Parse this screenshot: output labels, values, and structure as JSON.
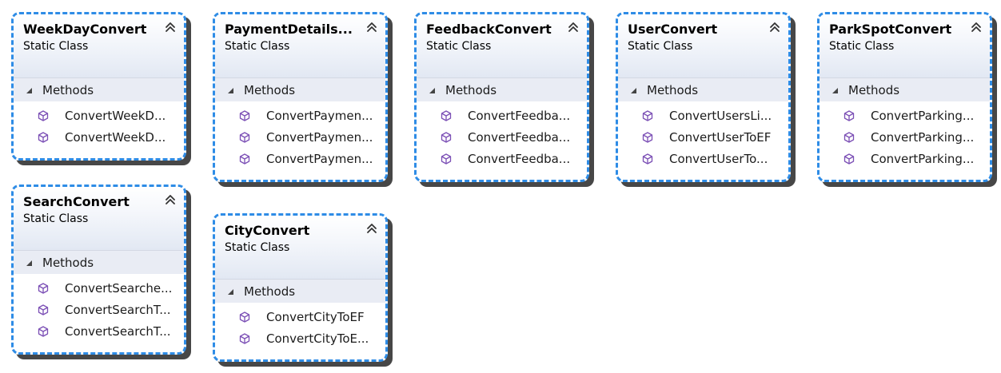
{
  "icons": {
    "collapse": "double-chevron-up-icon",
    "expander": "triangle-collapse-icon",
    "method": "method-cube-icon"
  },
  "colors": {
    "border": "#2e8ce6",
    "shadow": "#000000",
    "method_icon": "#7b4fb5",
    "compartment_bg": "#e9ecf4",
    "header_gradient_end": "#e2e8f3"
  },
  "classes": [
    {
      "name": "WeekDayConvert",
      "kind": "Static Class",
      "compartment": "Methods",
      "methods": [
        "ConvertWeekD...",
        "ConvertWeekD..."
      ]
    },
    {
      "name": "PaymentDetails...",
      "kind": "Static Class",
      "compartment": "Methods",
      "methods": [
        "ConvertPaymen...",
        "ConvertPaymen...",
        "ConvertPaymen..."
      ]
    },
    {
      "name": "FeedbackConvert",
      "kind": "Static Class",
      "compartment": "Methods",
      "methods": [
        "ConvertFeedba...",
        "ConvertFeedba...",
        "ConvertFeedba..."
      ]
    },
    {
      "name": "UserConvert",
      "kind": "Static Class",
      "compartment": "Methods",
      "methods": [
        "ConvertUsersLi...",
        "ConvertUserToEF",
        "ConvertUserTo..."
      ]
    },
    {
      "name": "ParkSpotConvert",
      "kind": "Static Class",
      "compartment": "Methods",
      "methods": [
        "ConvertParking...",
        "ConvertParking...",
        "ConvertParking..."
      ]
    },
    {
      "name": "SearchConvert",
      "kind": "Static Class",
      "compartment": "Methods",
      "methods": [
        "ConvertSearche...",
        "ConvertSearchT...",
        "ConvertSearchT..."
      ]
    },
    {
      "name": "CityConvert",
      "kind": "Static Class",
      "compartment": "Methods",
      "methods": [
        "ConvertCityToEF",
        "ConvertCityToE..."
      ]
    }
  ]
}
